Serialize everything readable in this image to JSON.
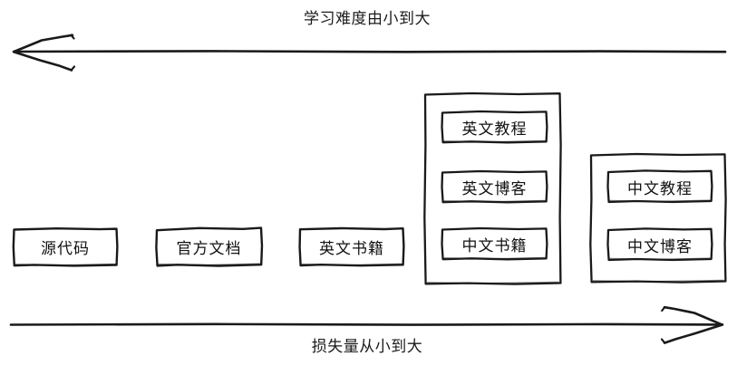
{
  "diagram": {
    "title_top": "学习难度由小到大",
    "title_bottom": "损失量从小到大",
    "style": "hand-drawn sketch",
    "stroke_color": "#1a1a1a",
    "fill_color": "#ffffff",
    "background_color": "#ffffff",
    "top_axis": {
      "label": "学习难度由小到大",
      "direction": "left",
      "arrow_name": "difficulty-arrow"
    },
    "bottom_axis": {
      "label": "损失量从小到大",
      "direction": "right",
      "arrow_name": "loss-arrow"
    },
    "nodes": [
      {
        "id": "source-code",
        "label": "源代码"
      },
      {
        "id": "official-docs",
        "label": "官方文档"
      },
      {
        "id": "english-books",
        "label": "英文书籍"
      },
      {
        "id": "english-tutorial",
        "label": "英文教程"
      },
      {
        "id": "english-blog",
        "label": "英文博客"
      },
      {
        "id": "chinese-books",
        "label": "中文书籍"
      },
      {
        "id": "chinese-tutorial",
        "label": "中文教程"
      },
      {
        "id": "chinese-blog",
        "label": "中文博客"
      }
    ],
    "groups": [
      {
        "id": "group-english-media",
        "members": [
          "英文教程",
          "英文博客",
          "中文书籍"
        ]
      },
      {
        "id": "group-chinese-media",
        "members": [
          "中文教程",
          "中文博客"
        ]
      }
    ]
  }
}
